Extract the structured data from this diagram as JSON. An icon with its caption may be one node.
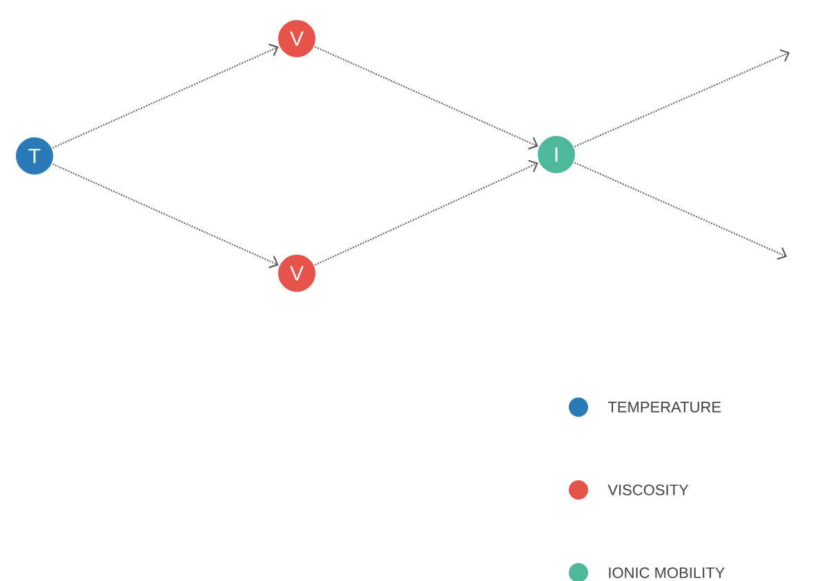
{
  "diagram": {
    "nodes": [
      {
        "text": [
          "T"
        ]
      },
      {
        "text": [
          "V"
        ]
      },
      {
        "text": [
          "V"
        ]
      },
      {
        "text": [
          "I"
        ]
      }
    ],
    "edges": [
      {
        "from": 0,
        "to": 1,
        "arrow": "to"
      },
      {
        "from": 0,
        "to": 2,
        "arrow": "to"
      },
      {
        "from": 1,
        "to": 3,
        "arrow": "to"
      },
      {
        "from": 2,
        "to": 3,
        "arrow": "to"
      },
      {
        "from": 3,
        "to": null,
        "arrow": "to"
      },
      {
        "from": 3,
        "to": null,
        "arrow": "to"
      }
    ],
    "legend": [
      {
        "text": "TEMPERATURE",
        "color": "#2a7ab8"
      },
      {
        "text": "VISCOSITY",
        "color": "#e5534b"
      },
      {
        "text": "IONIC MOBILITY",
        "color": "#4db89c"
      }
    ]
  }
}
